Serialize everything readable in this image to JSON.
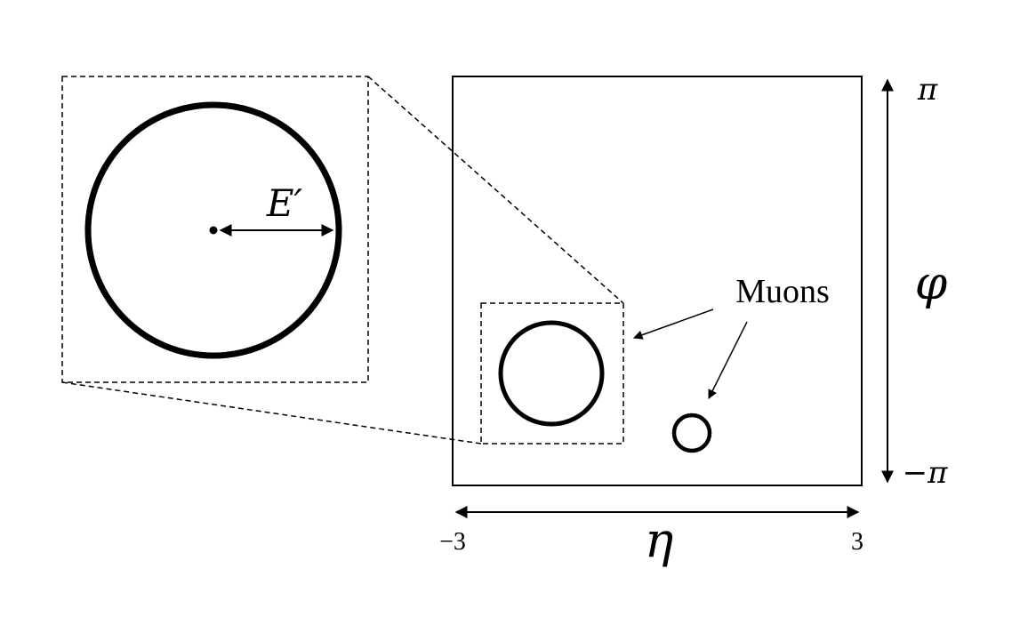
{
  "diagram": {
    "zoom_label": "E′",
    "muons_label": "Muons",
    "phi_axis": {
      "label": "φ",
      "top": "π",
      "bottom": "−π"
    },
    "eta_axis": {
      "label": "η",
      "left": "−3",
      "right": "3"
    }
  }
}
